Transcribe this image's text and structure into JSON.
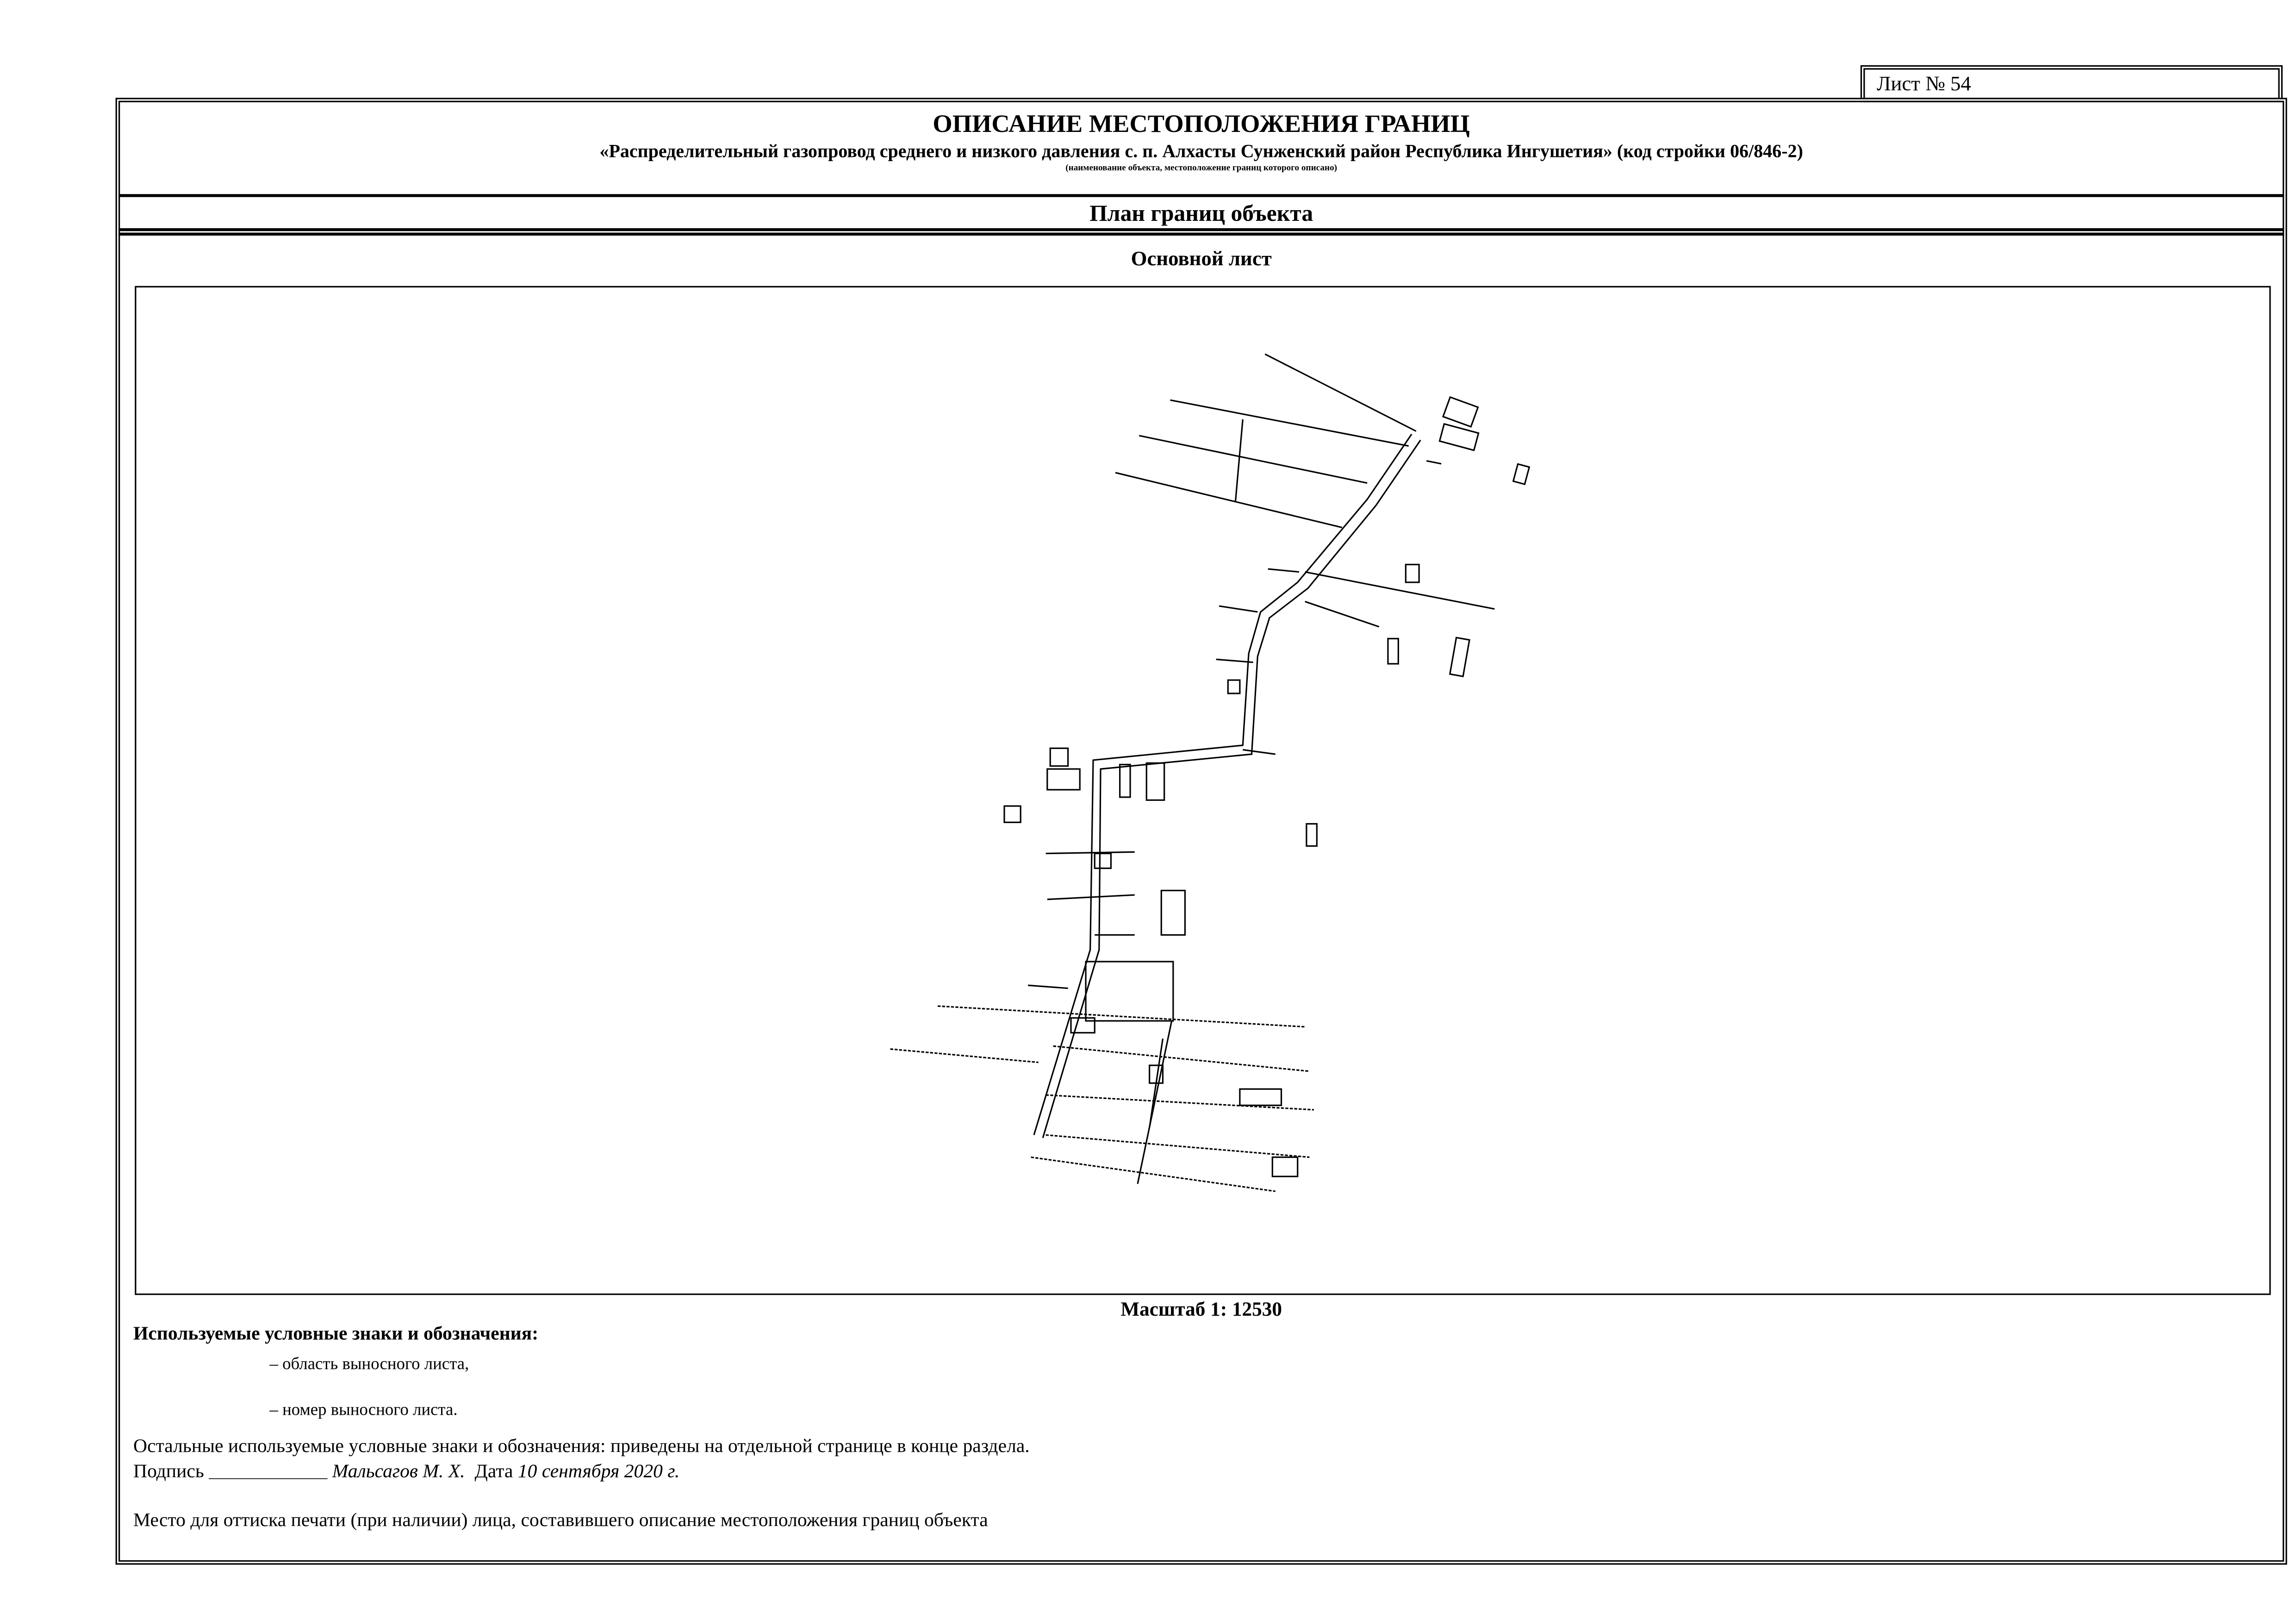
{
  "sheet_number": "Лист № 54",
  "header": {
    "title": "ОПИСАНИЕ МЕСТОПОЛОЖЕНИЯ ГРАНИЦ",
    "object_name": "«Распределительный газопровод среднего и низкого давления с. п. Алхасты Сунженский район Республика Ингушетия» (код стройки 06/846-2)",
    "object_caption": "(наименование объекта, местоположение границ которого описано)",
    "section_title": "План границ объекта",
    "sheet_type": "Основной лист"
  },
  "scale": "Масштаб 1: 12530",
  "legend": {
    "heading": "Используемые условные знаки и обозначения:",
    "items": [
      "– область выносного листа,",
      "– номер выносного листа."
    ]
  },
  "other_legend": "Остальные используемые условные знаки и обозначения: приведены на отдельной странице в конце раздела.",
  "signature": {
    "label": "Подпись",
    "line": "________________",
    "name": "Мальсагов М. Х.",
    "date_label": "Дата",
    "date": "10 сентября 2020 г."
  },
  "stamp_place": "Место для оттиска печати (при наличии) лица, составившего описание местоположения границ объекта"
}
